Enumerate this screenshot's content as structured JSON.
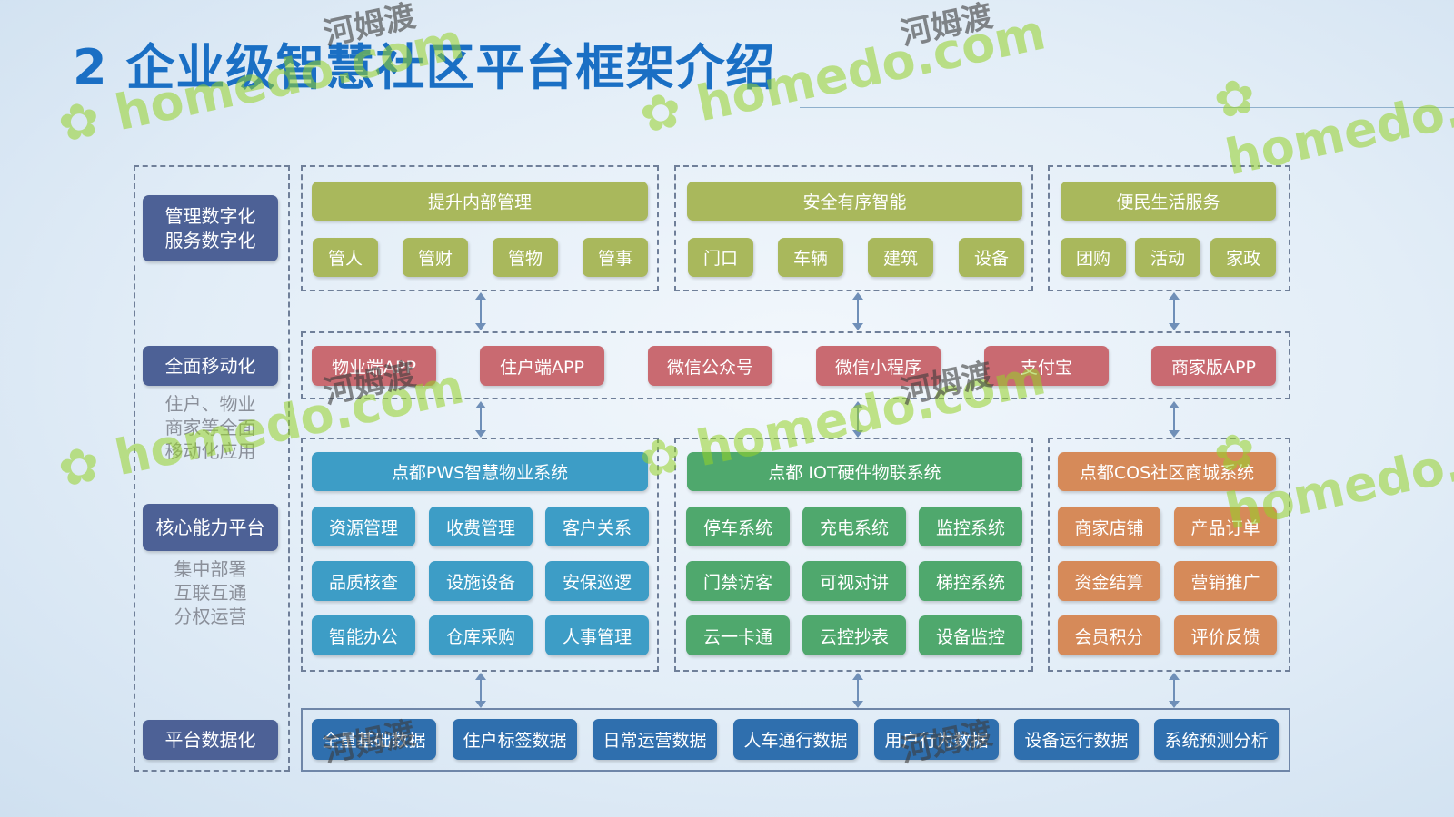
{
  "title": "2 企业级智慧社区平台框架介绍",
  "left_labels": {
    "l1": "管理数字化\n服务数字化",
    "l1a": "管理数字化",
    "l1b": "服务数字化",
    "l2": "全面移动化",
    "l2_desc": [
      "住户、物业",
      "商家等全面",
      "移动化应用"
    ],
    "l3": "核心能力平台",
    "l3_desc": [
      "集中部署",
      "互联互通",
      "分权运营"
    ],
    "l4": "平台数据化"
  },
  "top_groups": [
    {
      "header": "提升内部管理",
      "items": [
        "管人",
        "管财",
        "管物",
        "管事"
      ]
    },
    {
      "header": "安全有序智能",
      "items": [
        "门口",
        "车辆",
        "建筑",
        "设备"
      ]
    },
    {
      "header": "便民生活服务",
      "items": [
        "团购",
        "活动",
        "家政"
      ]
    }
  ],
  "mobile_apps": [
    "物业端APP",
    "住户端APP",
    "微信公众号",
    "微信小程序",
    "支付宝",
    "商家版APP"
  ],
  "core_systems": [
    {
      "header": "点都PWS智慧物业系统",
      "items": [
        "资源管理",
        "收费管理",
        "客户关系",
        "品质核查",
        "设施设备",
        "安保巡逻",
        "智能办公",
        "仓库采购",
        "人事管理"
      ],
      "color": "#3d9dc6"
    },
    {
      "header": "点都 IOT硬件物联系统",
      "items": [
        "停车系统",
        "充电系统",
        "监控系统",
        "门禁访客",
        "可视对讲",
        "梯控系统",
        "云一卡通",
        "云控抄表",
        "设备监控"
      ],
      "color": "#4fa86d"
    },
    {
      "header": "点都COS社区商城系统",
      "items": [
        "商家店铺",
        "产品订单",
        "资金结算",
        "营销推广",
        "会员积分",
        "评价反馈"
      ],
      "color": "#d68a59"
    }
  ],
  "data_items": [
    "全量基础数据",
    "住户标签数据",
    "日常运营数据",
    "人车通行数据",
    "用户行为数据",
    "设备运行数据",
    "系统预测分析"
  ],
  "watermark": {
    "latin": "homedo.com",
    "cn": "河姆渡"
  }
}
